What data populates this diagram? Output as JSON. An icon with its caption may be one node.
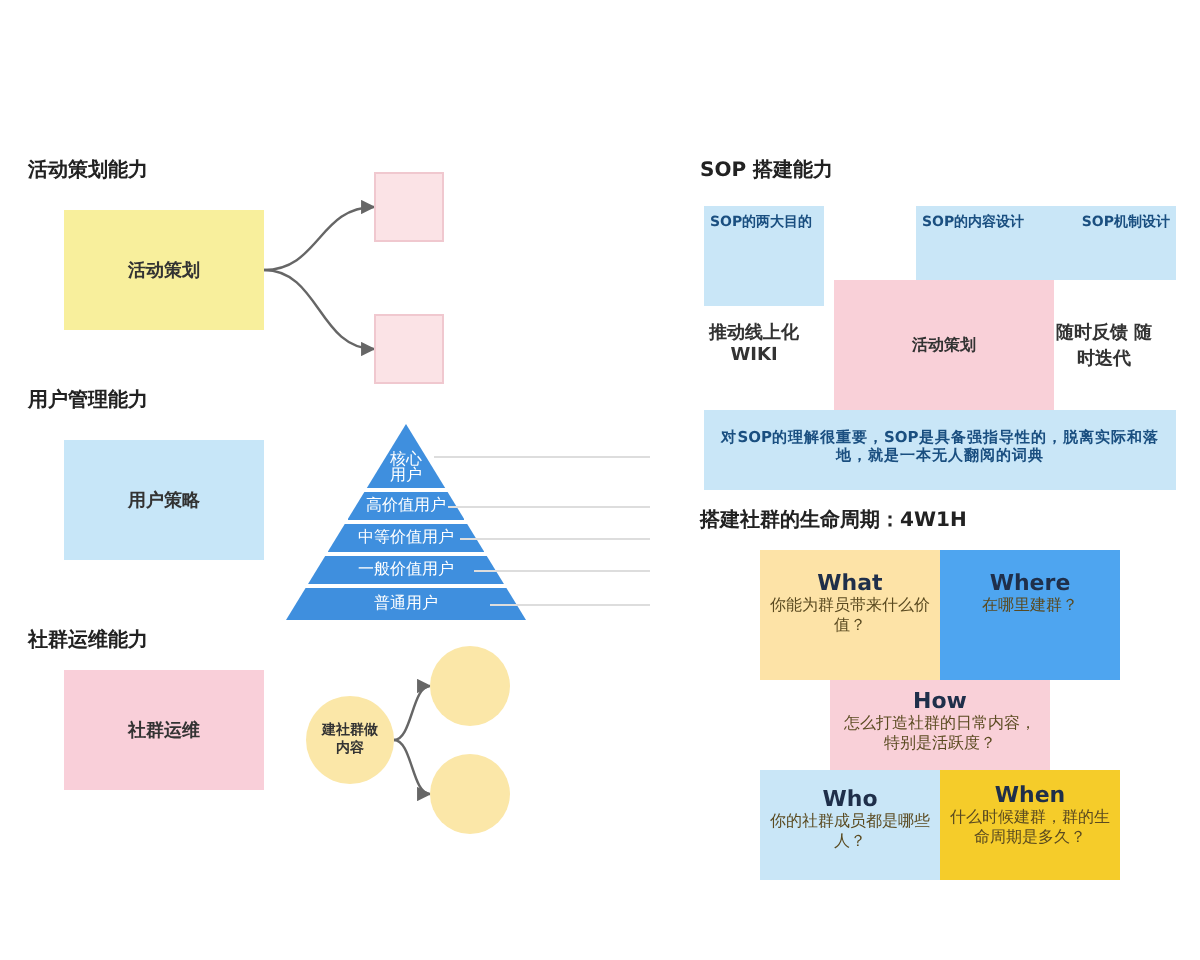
{
  "diagram": {
    "nodes": [
      {
        "text": [
          "活动策划"
        ]
      },
      {
        "text": [],
        "shape": "box"
      },
      {
        "text": [],
        "shape": "box"
      },
      {
        "text": [
          "用户策略"
        ]
      },
      {
        "text": [
          "核心用户"
        ]
      },
      {
        "text": [
          "高价值用户"
        ]
      },
      {
        "text": [
          "中等价值用户"
        ]
      },
      {
        "text": [
          "一般价值用户"
        ]
      },
      {
        "text": [
          "普通用户"
        ]
      },
      {
        "text": [
          "社群运维"
        ]
      },
      {
        "text": [
          "建社群做内容"
        ]
      },
      {
        "text": [],
        "shape": "circle"
      },
      {
        "text": [],
        "shape": "circle"
      },
      {
        "text": [
          "SOP的两大目的"
        ]
      },
      {
        "text": [
          "SOP的内容设计",
          "SOP机制设计"
        ]
      },
      {
        "text": [
          "对SOP的理解很重要，SOP是具备强指导性的，脱离实际和落地，就是一本无人翻阅的词典"
        ]
      },
      {
        "text": [
          "活动策划"
        ]
      },
      {
        "text": [
          "What",
          "你能为群员带来什么价值？"
        ]
      },
      {
        "text": [
          "Where",
          "在哪里建群？"
        ]
      },
      {
        "text": [
          "How",
          "怎么打造社群的日常内容，特别是活跃度？"
        ]
      },
      {
        "text": [
          "Who",
          "你的社群成员都是哪些人？"
        ]
      },
      {
        "text": [
          "When",
          "什么时候建群，群的生命周期是多久？"
        ]
      }
    ],
    "edges": [
      {
        "from": 0,
        "to": 1,
        "arrow": "to"
      },
      {
        "from": 0,
        "to": 2,
        "arrow": "to"
      },
      {
        "from": 10,
        "to": 11,
        "arrow": "to"
      },
      {
        "from": 10,
        "to": 12,
        "arrow": "to"
      }
    ],
    "labels": [
      "活动策划能力",
      "SOP 搭建能力",
      "用户管理能力",
      "推动线上化 WIKI",
      "随时反馈 随时迭代",
      "搭建社群的生命周期：4W1H",
      "社群运维能力"
    ]
  }
}
